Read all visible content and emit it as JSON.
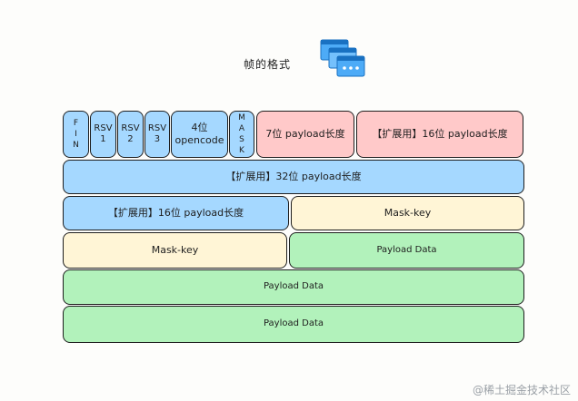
{
  "title": "帧的格式",
  "row1": {
    "fin_letters": [
      "F",
      "I",
      "N"
    ],
    "rsv1": [
      "RSV",
      "1"
    ],
    "rsv2": [
      "RSV",
      "2"
    ],
    "rsv3": [
      "RSV",
      "3"
    ],
    "opcode": [
      "4位",
      "opencode"
    ],
    "mask_letters": [
      "M",
      "A",
      "S",
      "K"
    ],
    "payload7": "7位 payload长度",
    "ext16": "【扩展用】16位 payload长度"
  },
  "row2": {
    "ext32": "【扩展用】32位 payload长度"
  },
  "row3": {
    "ext16": "【扩展用】16位 payload长度",
    "mask_key": "Mask-key"
  },
  "row4": {
    "mask_key": "Mask-key",
    "payload_data": "Payload Data"
  },
  "row5": {
    "payload_data": "Payload Data"
  },
  "row6": {
    "payload_data": "Payload Data"
  },
  "watermark": "@稀土掘金技术社区",
  "icon": "window-stack-icon",
  "colors": {
    "blue": "#a5d8ff",
    "pink": "#ffc9c9",
    "yellow": "#fff5d6",
    "green": "#b2f2bb",
    "stroke": "#1e1e1e"
  }
}
